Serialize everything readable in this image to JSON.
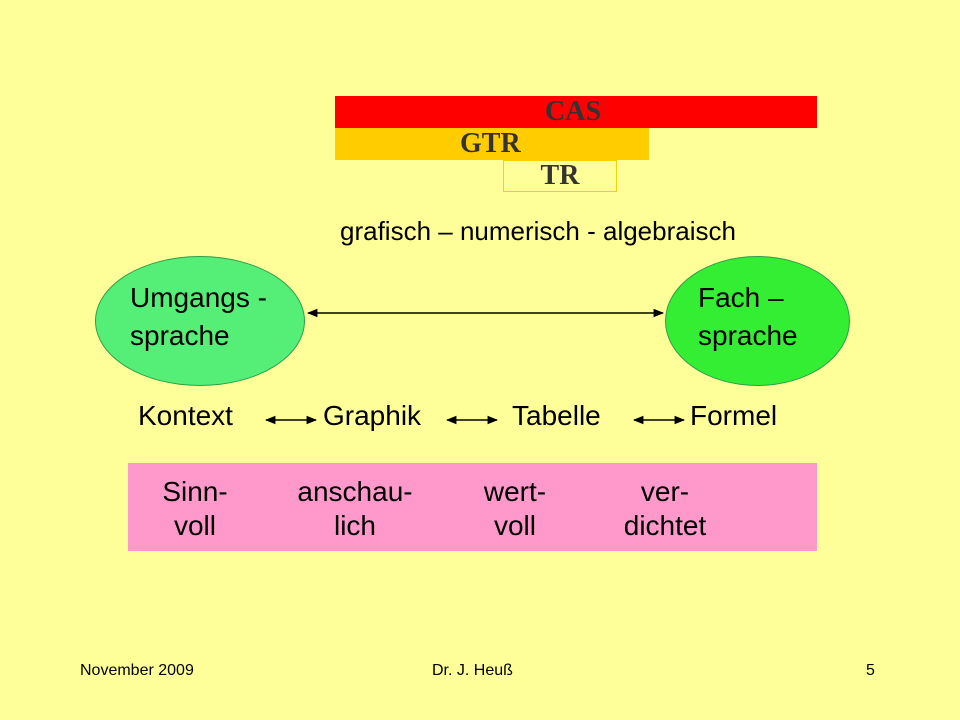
{
  "bars": {
    "cas": "CAS",
    "gtr": "GTR",
    "tr": "TR"
  },
  "subtitle": "grafisch – numerisch - algebraisch",
  "ellipses": {
    "left": "Umgangs -\nsprache",
    "right": "Fach –\nsprache"
  },
  "chain": [
    "Kontext",
    "Graphik",
    "Tabelle",
    "Formel"
  ],
  "attributes": [
    {
      "line1": "Sinn-",
      "line2": "voll"
    },
    {
      "line1": "anschau-",
      "line2": "lich"
    },
    {
      "line1": "wert-",
      "line2": "voll"
    },
    {
      "line1": "ver-",
      "line2": "dichtet"
    }
  ],
  "footer": {
    "date": "November 2009",
    "author": "Dr. J. Heuß",
    "page": "5"
  },
  "colors": {
    "background": "#FFFF99",
    "cas": "#FF0000",
    "gtr": "#FFCC00",
    "ellipse": "#55EE77",
    "pink": "#FF99CC"
  }
}
